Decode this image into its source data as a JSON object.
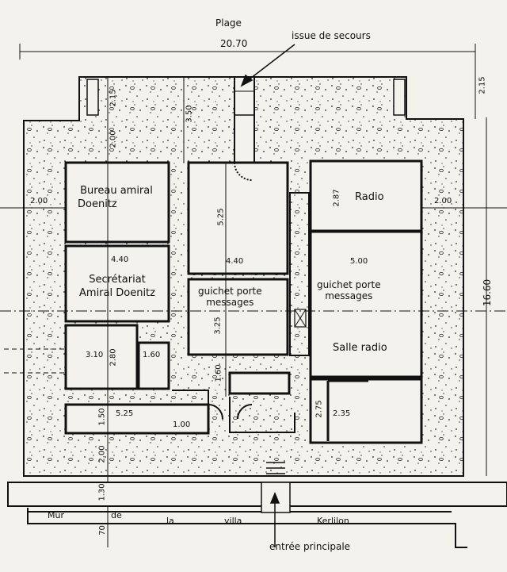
{
  "title": "Plage",
  "total_width": "20.70",
  "total_height": "16.60",
  "emergency_exit": "issue de secours",
  "main_entrance": "entrée principale",
  "rooms": {
    "bureau_line1": "Bureau amiral",
    "bureau_line2": "Doenitz",
    "secretariat_line1": "Secrétariat",
    "secretariat_line2": "Amiral Doenitz",
    "radio": "Radio",
    "salle_radio": "Salle radio",
    "guichet_left_line1": "guichet porte",
    "guichet_left_line2": "messages",
    "guichet_right_line1": "guichet porte",
    "guichet_right_line2": "messages"
  },
  "wall_text": [
    "Mur",
    "de",
    "la",
    "villa",
    "Kerlilon"
  ],
  "dims": {
    "left_2_15": "2.15",
    "left_2_00_top": "2.00",
    "left_3_50": "3.50",
    "side_2_00_left": "2.00",
    "side_2_00_right": "2.00",
    "right_2_15": "2.15",
    "d_2_87": "2.87",
    "d_5_25_mid": "5.25",
    "d_4_40_left": "4.40",
    "d_4_40_mid": "4.40",
    "d_5_00": "5.00",
    "d_3_10": "3.10",
    "d_2_80": "2.80",
    "d_1_60_a": "1.60",
    "d_3_25": "3.25",
    "d_1_60_b": "1.60",
    "d_2_75": "2.75",
    "d_2_35": "2.35",
    "d_1_50": "1.50",
    "d_5_25_low": "5.25",
    "d_1_00": "1.00",
    "d_2_00_low": "2.00",
    "d_1_30": "1.30",
    "d_70": "70"
  }
}
